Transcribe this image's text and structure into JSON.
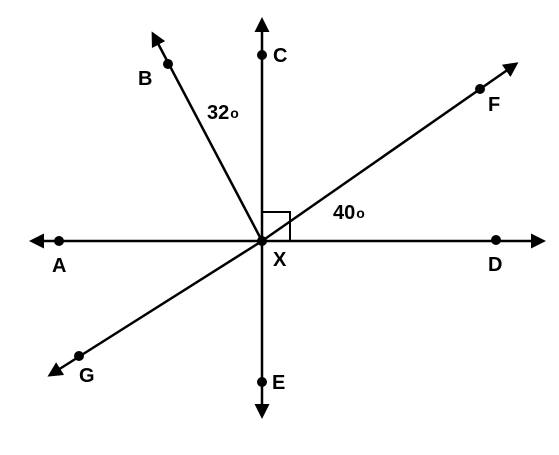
{
  "diagram": {
    "type": "intersecting-lines-angle-diagram",
    "points": {
      "A": "A",
      "B": "B",
      "C": "C",
      "D": "D",
      "E": "E",
      "F": "F",
      "G": "G",
      "X": "X"
    },
    "angles": {
      "bxc": {
        "value": "32",
        "degree_mark": "o"
      },
      "fxd": {
        "value": "40",
        "degree_mark": "o"
      }
    },
    "right_angle_marker": "right-angle-square",
    "colors": {
      "stroke": "#000000",
      "background": "#ffffff"
    }
  }
}
